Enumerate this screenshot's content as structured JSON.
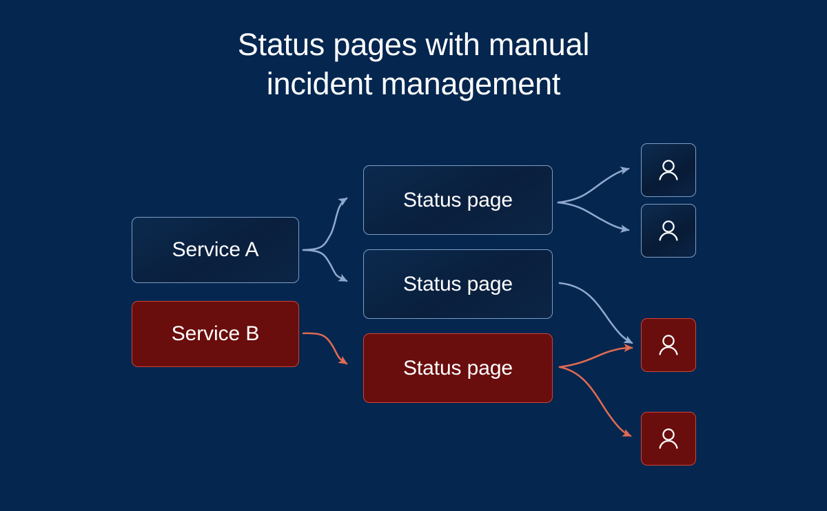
{
  "title": "Status pages with manual\nincident management",
  "colors": {
    "background": "#04264f",
    "blue_border": "#7e9ec4",
    "blue_fill": "#0a1f3d",
    "red_border": "#cf4434",
    "red_fill": "#6a0d0d",
    "blue_arrow": "#8fa8cc",
    "red_arrow": "#e06a52",
    "text": "#ffffff"
  },
  "diagram": {
    "type": "flow-diagram",
    "services": [
      {
        "label": "Service A",
        "state": "healthy",
        "color": "blue"
      },
      {
        "label": "Service B",
        "state": "incident",
        "color": "red"
      }
    ],
    "status_pages": [
      {
        "label": "Status page",
        "state": "healthy",
        "color": "blue"
      },
      {
        "label": "Status page",
        "state": "healthy",
        "color": "blue"
      },
      {
        "label": "Status page",
        "state": "incident",
        "color": "red"
      }
    ],
    "users": [
      {
        "icon": "person-icon",
        "state": "healthy",
        "color": "blue"
      },
      {
        "icon": "person-icon",
        "state": "healthy",
        "color": "blue"
      },
      {
        "icon": "person-icon",
        "state": "incident",
        "color": "red"
      },
      {
        "icon": "person-icon",
        "state": "incident",
        "color": "red"
      }
    ],
    "connections": [
      {
        "from": "Service A",
        "to": "Status page 1",
        "color": "blue"
      },
      {
        "from": "Service A",
        "to": "Status page 2",
        "color": "blue"
      },
      {
        "from": "Status page 1",
        "to": "User 1",
        "color": "blue"
      },
      {
        "from": "Status page 1",
        "to": "User 2",
        "color": "blue"
      },
      {
        "from": "Status page 2",
        "to": "User 3",
        "color": "blue"
      },
      {
        "from": "Service B",
        "to": "Status page 3",
        "color": "red"
      },
      {
        "from": "Status page 3",
        "to": "User 3",
        "color": "red"
      },
      {
        "from": "Status page 3",
        "to": "User 4",
        "color": "red"
      }
    ]
  }
}
